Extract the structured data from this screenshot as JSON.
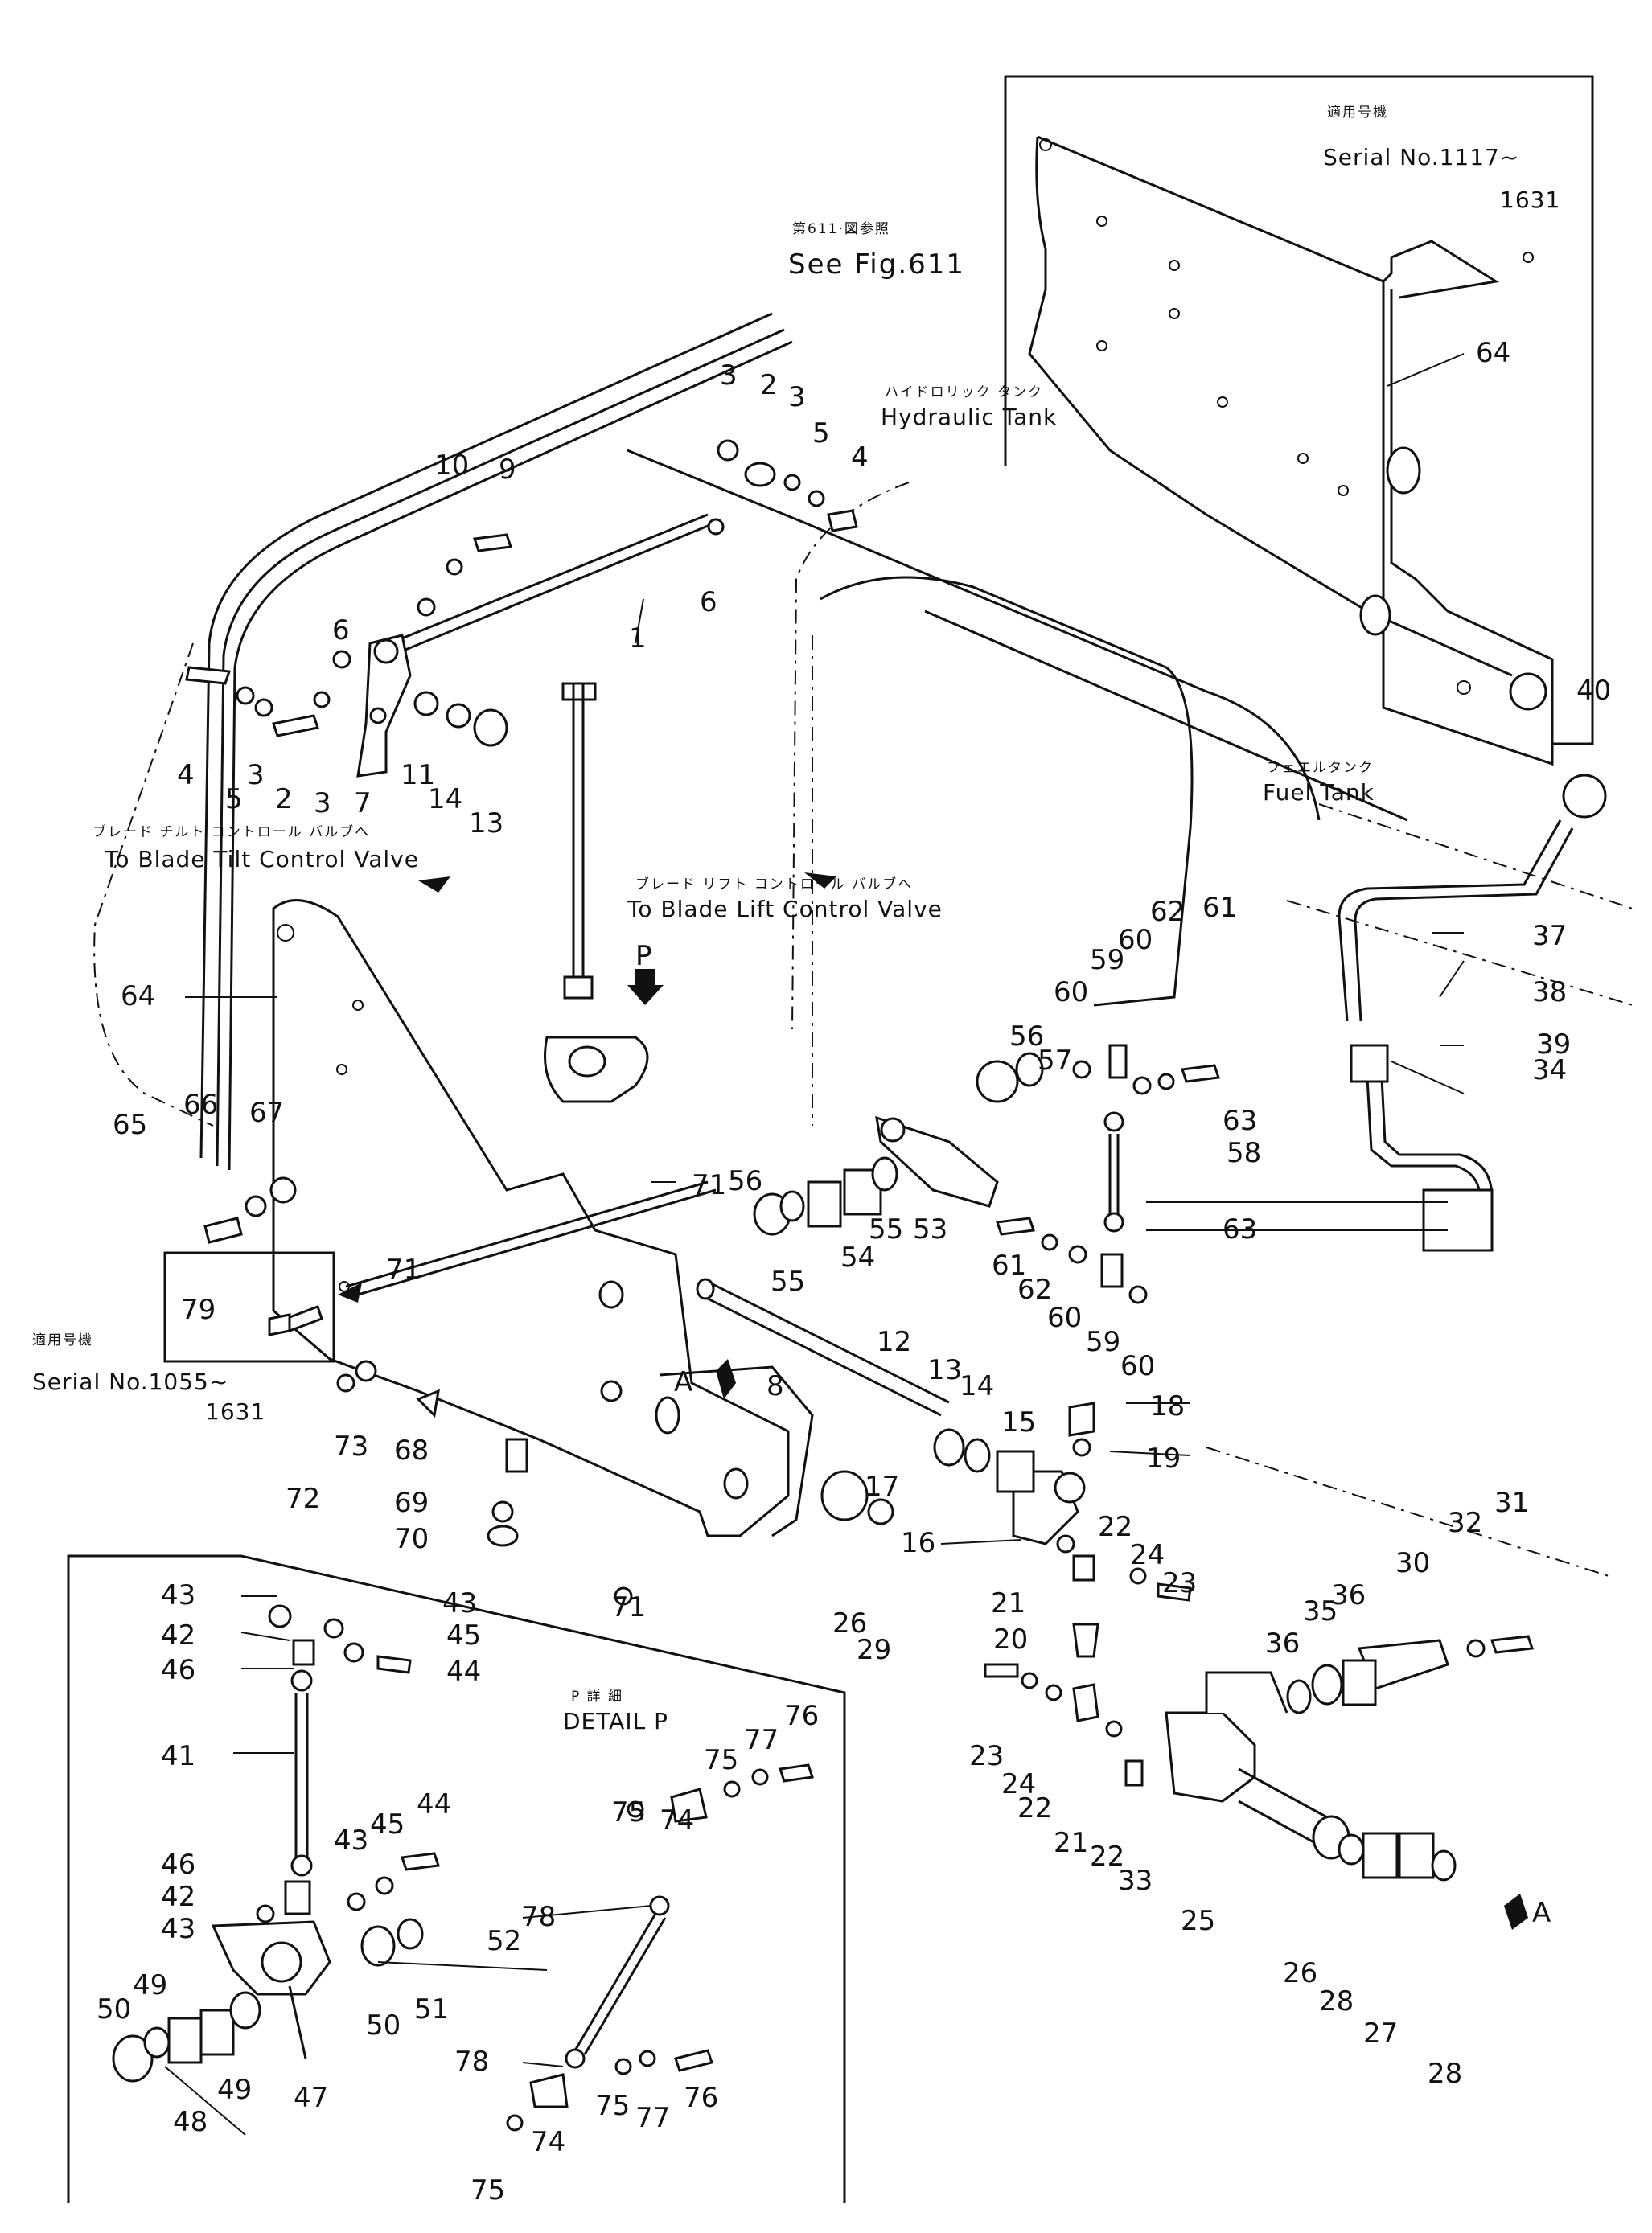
{
  "notes": {
    "serial_top_jp": "適用号機",
    "serial_top": "Serial No.1117~",
    "serial_top_end": "1631",
    "serial_left_jp": "適用号機",
    "serial_left": "Serial No.1055~",
    "serial_left_end": "1631",
    "see_fig_jp": "第611·図参照",
    "see_fig": "See Fig.611",
    "hydraulic_jp": "ハイドロリック タンク",
    "hydraulic": "Hydraulic Tank",
    "fuel_jp": "フェエルタンク",
    "fuel": "Fuel Tank",
    "tilt_jp": "ブレード チルト コントロール バルブへ",
    "tilt": "To Blade Tilt Control Valve",
    "lift_jp": "ブレード リフト コントロール バルブへ",
    "lift": "To Blade Lift Control Valve",
    "detail_jp": "P 詳 細",
    "detail": "DETAIL P",
    "view_p": "P",
    "view_a": "A"
  },
  "part_labels": [
    "1",
    "2",
    "3",
    "4",
    "5",
    "6",
    "7",
    "8",
    "9",
    "10",
    "11",
    "12",
    "13",
    "14",
    "15",
    "16",
    "17",
    "18",
    "19",
    "20",
    "21",
    "22",
    "23",
    "24",
    "25",
    "26",
    "27",
    "28",
    "29",
    "30",
    "31",
    "32",
    "33",
    "34",
    "35",
    "36",
    "37",
    "38",
    "39",
    "40",
    "41",
    "42",
    "43",
    "44",
    "45",
    "46",
    "47",
    "48",
    "49",
    "50",
    "51",
    "52",
    "53",
    "54",
    "55",
    "56",
    "57",
    "58",
    "59",
    "60",
    "61",
    "62",
    "63",
    "64",
    "65",
    "66",
    "67",
    "68",
    "69",
    "70",
    "71",
    "72",
    "73",
    "74",
    "75",
    "76",
    "77",
    "78",
    "79"
  ]
}
